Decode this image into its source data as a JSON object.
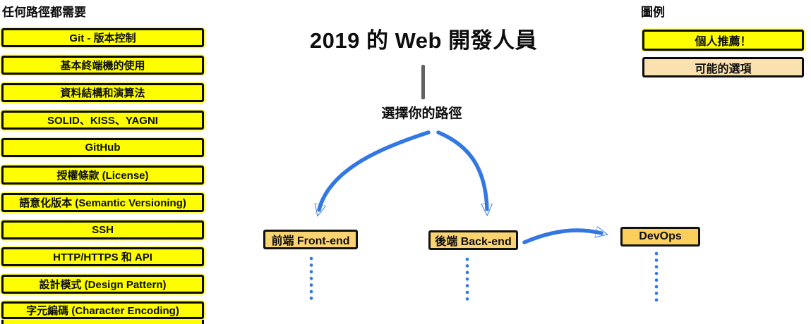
{
  "required_column": {
    "title": "任何路徑都需要",
    "items": [
      "Git - 版本控制",
      "基本終端機的使用",
      "資料結構和演算法",
      "SOLID、KISS、YAGNI",
      "GitHub",
      "授權條款 (License)",
      "語意化版本 (Semantic Versioning)",
      "SSH",
      "HTTP/HTTPS 和 API",
      "設計模式 (Design Pattern)",
      "字元編碼 (Character Encoding)"
    ]
  },
  "center": {
    "title": "2019 的 Web 開發人員",
    "subtitle": "選擇你的路徑",
    "paths": [
      {
        "id": "frontend",
        "label": "前端 Front-end"
      },
      {
        "id": "backend",
        "label": "後端 Back-end"
      },
      {
        "id": "devops",
        "label": "DevOps"
      }
    ]
  },
  "legend": {
    "title": "圖例",
    "items": [
      {
        "label": "個人推薦！",
        "type": "recommended"
      },
      {
        "label": "可能的選項",
        "type": "possible-option"
      }
    ]
  },
  "colors": {
    "recommended_yellow": "#FEFE00",
    "possible_option_peach": "#FAE1AF",
    "path_box_gold": "#FBD472",
    "devops_gold": "#FCCF5D",
    "arrow_blue": "#3377E3",
    "connector_gray": "#616161",
    "border_black": "#0b0b0b"
  }
}
